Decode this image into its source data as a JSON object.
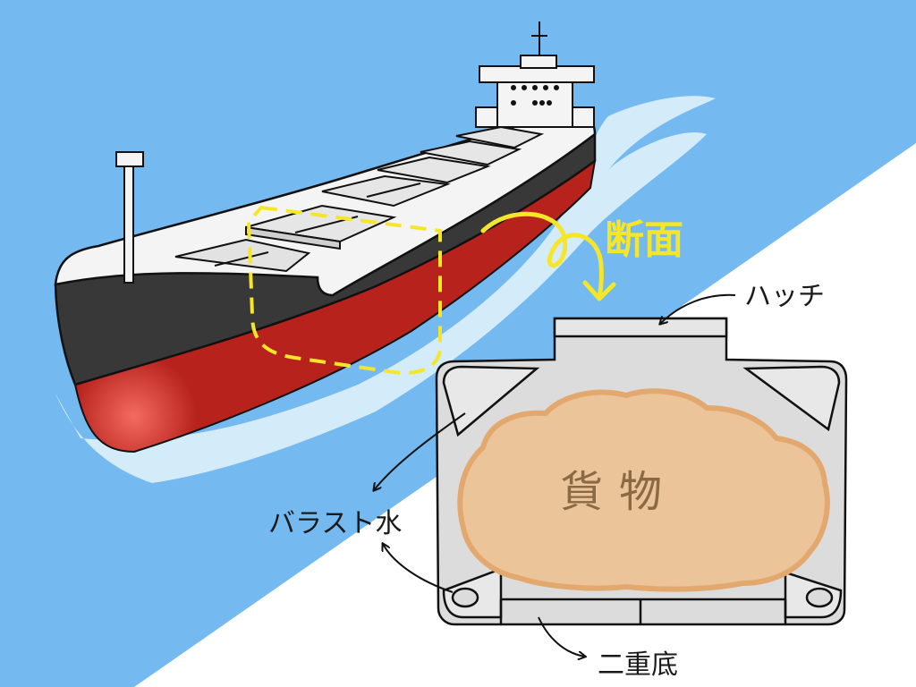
{
  "labels": {
    "section": "断面",
    "hatch": "ハッチ",
    "cargo": "貨物",
    "ballast_water": "バラスト水",
    "double_bottom": "二重底"
  },
  "colors": {
    "sea": "#74baf0",
    "wake": "#d4ecfa",
    "hull_upper": "#3a3a3a",
    "hull_lower": "#b7221c",
    "deck": "#f4f4f4",
    "hold_gray": "#dcdcdc",
    "cargo": "#ecc49a",
    "cargo_edge": "#e3a86e",
    "highlight": "#f6e62a",
    "outline": "#111111"
  }
}
